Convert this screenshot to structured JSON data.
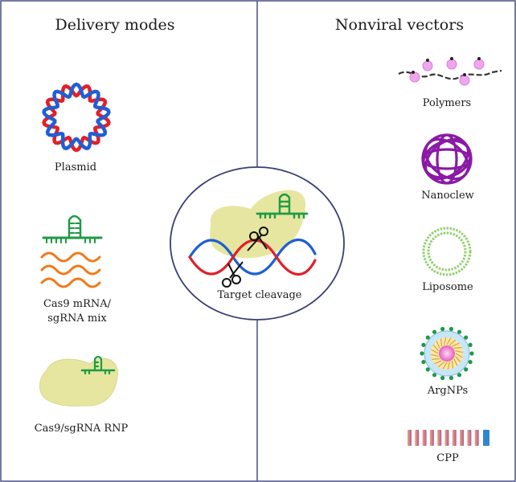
{
  "headers": {
    "left": "Delivery modes",
    "right": "Nonviral vectors"
  },
  "delivery_modes": [
    {
      "label": "Plasmid",
      "icon": "plasmid-icon"
    },
    {
      "label_line1": "Cas9 mRNA/",
      "label_line2": "sgRNA mix",
      "icon": "mrna-sgrna-icon"
    },
    {
      "label": "Cas9/sgRNA RNP",
      "icon": "rnp-icon"
    }
  ],
  "center": {
    "label": "Target cleavage",
    "icon": "target-cleavage-icon"
  },
  "nonviral_vectors": [
    {
      "label": "Polymers",
      "icon": "polymer-icon"
    },
    {
      "label": "Nanoclew",
      "icon": "nanoclew-icon"
    },
    {
      "label": "Liposome",
      "icon": "liposome-icon"
    },
    {
      "label": "ArgNPs",
      "icon": "argnp-icon"
    },
    {
      "label": "CPP",
      "icon": "cpp-icon"
    }
  ],
  "colors": {
    "frame": "#4a4e86",
    "dna_red": "#e0202a",
    "dna_blue": "#1e5fd6",
    "rna_orange": "#f07a1a",
    "sgrna_green": "#1f9a45",
    "cas9_yellow": "#e6e6a0",
    "polymer_pink": "#f0a6ee",
    "nanoclew_purple": "#8a1aa6",
    "liposome_green": "#8fd06a",
    "argnp_core": "#f07fd0"
  }
}
